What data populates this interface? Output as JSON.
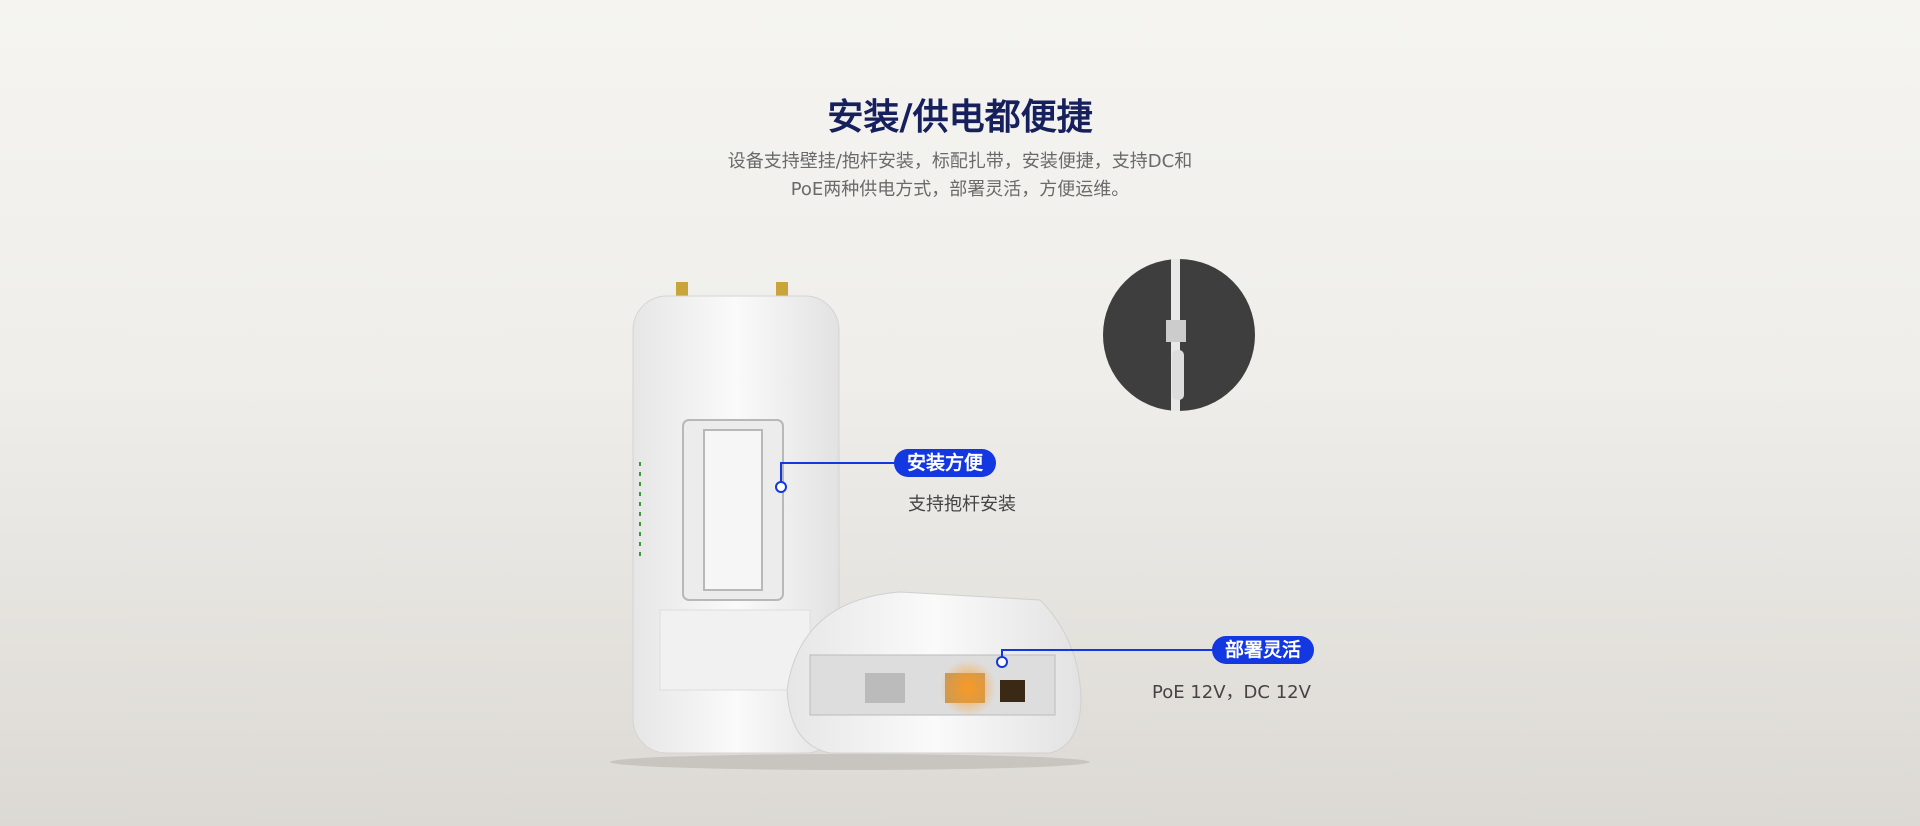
{
  "header": {
    "title": "安装/供电都便捷",
    "subtitle_lines": [
      "设备支持壁挂/抱杆安装，标配扎带，安装便捷，支持DC和",
      "PoE两种供电方式，部署灵活，方便运维。"
    ]
  },
  "callouts": [
    {
      "badge": "安装方便",
      "note": "支持抱杆安装"
    },
    {
      "badge": "部署灵活",
      "note": "PoE 12V，DC 12V"
    }
  ],
  "colors": {
    "accent": "#1337e0",
    "title": "#16205c"
  }
}
